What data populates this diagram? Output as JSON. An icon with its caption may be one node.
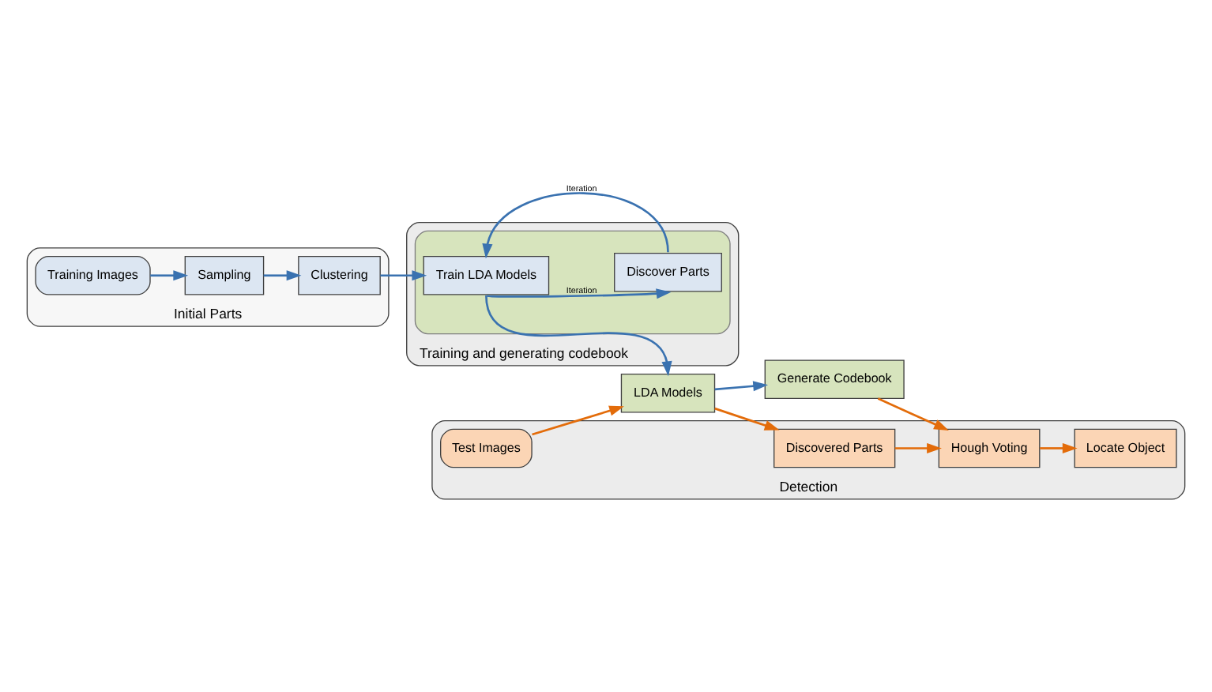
{
  "diagram": {
    "nodes": [
      {
        "text": [
          "Initial Parts"
        ]
      },
      {
        "text": [
          "Training Images"
        ],
        "in": 0
      },
      {
        "text": [
          "Sampling"
        ],
        "in": 0
      },
      {
        "text": [
          "Clustering"
        ],
        "in": 0
      },
      {
        "text": [
          "Training and generating codebook"
        ]
      },
      {
        "text": [],
        "shape": "ellipse",
        "in": 4
      },
      {
        "text": [
          "Train LDA Models"
        ],
        "in": 5
      },
      {
        "text": [
          "Discover Parts"
        ],
        "in": 5
      },
      {
        "text": [
          "Detection"
        ]
      },
      {
        "text": [
          "Test Images"
        ],
        "in": 8
      },
      {
        "text": [
          "LDA Models"
        ]
      },
      {
        "text": [
          "Generate Codebook"
        ]
      },
      {
        "text": [
          "Discovered Parts"
        ],
        "in": 8
      },
      {
        "text": [
          "Hough Voting"
        ],
        "in": 8
      },
      {
        "text": [
          "Locate Object"
        ],
        "in": 8
      }
    ],
    "edges": [
      {
        "from": 1,
        "to": 2,
        "arrow": "to"
      },
      {
        "from": 2,
        "to": 3,
        "arrow": "to"
      },
      {
        "from": 3,
        "to": 6,
        "arrow": "to"
      },
      {
        "from": 6,
        "to": 7,
        "arrow": "to",
        "label": "Iteration"
      },
      {
        "from": 7,
        "to": 6,
        "arrow": "to",
        "label": "Iteration"
      },
      {
        "from": 6,
        "to": 10,
        "arrow": "to"
      },
      {
        "from": 9,
        "to": 10,
        "arrow": "to",
        "color": "#e36c0a"
      },
      {
        "from": 10,
        "to": 11,
        "arrow": "to"
      },
      {
        "from": 10,
        "to": 12,
        "arrow": "to",
        "color": "#e36c0a"
      },
      {
        "from": 11,
        "to": 13,
        "arrow": "to",
        "color": "#e36c0a"
      },
      {
        "from": 12,
        "to": 13,
        "arrow": "to",
        "color": "#e36c0a"
      },
      {
        "from": 13,
        "to": 14,
        "arrow": "to",
        "color": "#e36c0a"
      }
    ]
  }
}
